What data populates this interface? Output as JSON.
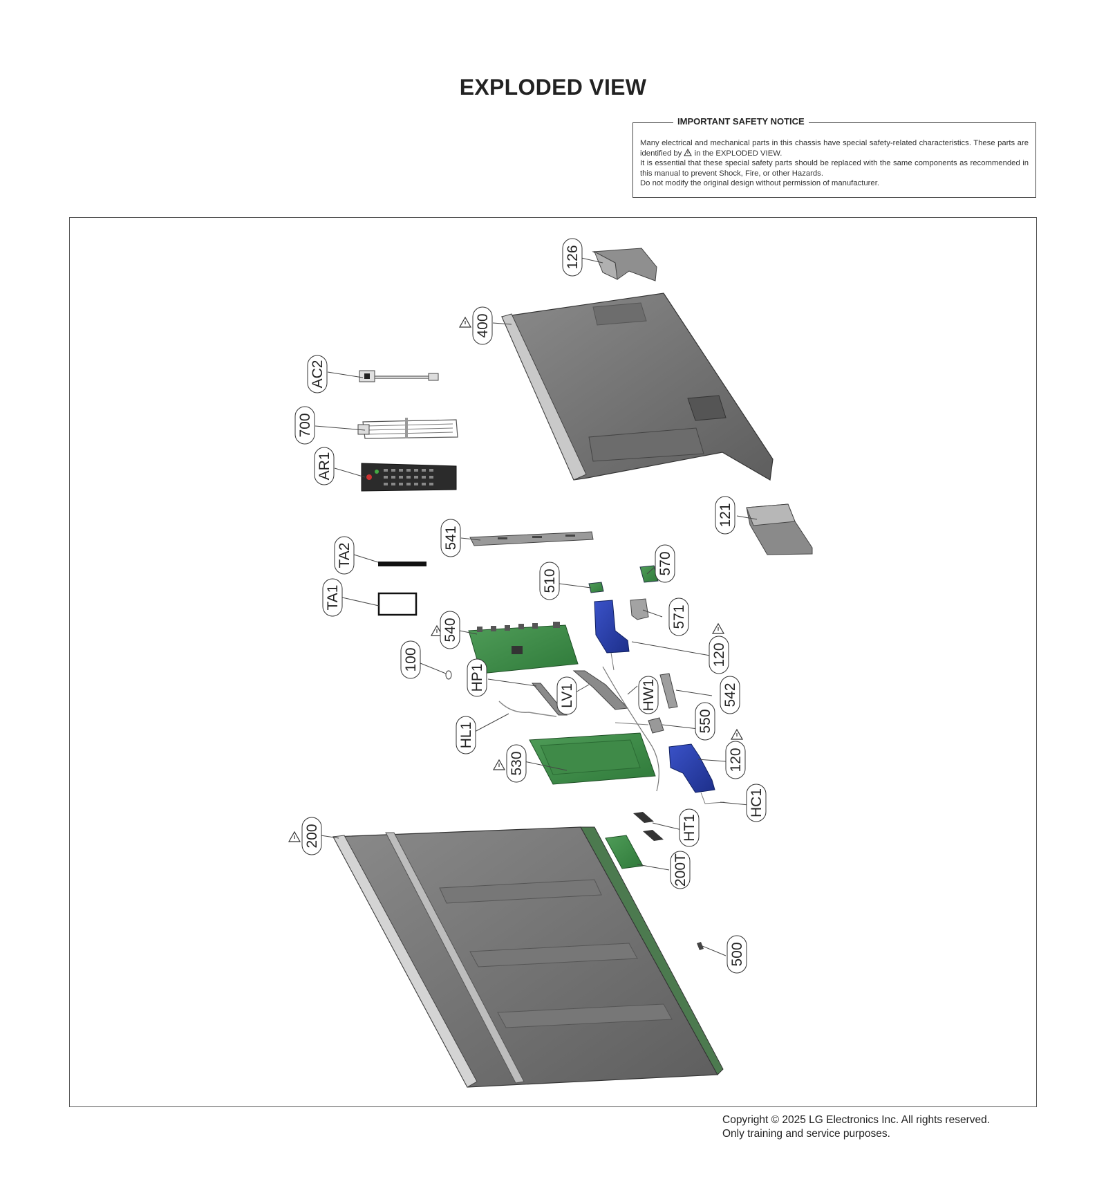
{
  "title": "EXPLODED VIEW",
  "notice": {
    "heading": "IMPORTANT SAFETY NOTICE",
    "line1a": "Many electrical and mechanical parts in this chassis have special safety-related characteristics. These parts are identified by",
    "line1b": "in the EXPLODED VIEW.",
    "line2": "It is essential that these special safety parts should be replaced with the same components as recommended in this manual to prevent Shock, Fire, or other Hazards.",
    "line3": "Do not modify the original design without permission of manufacturer."
  },
  "parts": [
    {
      "id": "126",
      "name": "stand-cover-top"
    },
    {
      "id": "400",
      "name": "back-cover",
      "safety": true
    },
    {
      "id": "AC2",
      "name": "av-gender-cable"
    },
    {
      "id": "700",
      "name": "power-cord"
    },
    {
      "id": "AR1",
      "name": "remote-control"
    },
    {
      "id": "121",
      "name": "stand-base"
    },
    {
      "id": "541",
      "name": "bracket"
    },
    {
      "id": "TA2",
      "name": "tape-black"
    },
    {
      "id": "TA1",
      "name": "tape-frame"
    },
    {
      "id": "510",
      "name": "small-board"
    },
    {
      "id": "570",
      "name": "ir-board"
    },
    {
      "id": "571",
      "name": "ir-holder"
    },
    {
      "id": "540",
      "name": "main-board",
      "safety": true
    },
    {
      "id": "120",
      "name": "speaker-top",
      "safety": true
    },
    {
      "id": "100",
      "name": "screw"
    },
    {
      "id": "HP1",
      "name": "flat-cable-hp1"
    },
    {
      "id": "LV1",
      "name": "lvds-cable"
    },
    {
      "id": "HW1",
      "name": "wire-harness"
    },
    {
      "id": "542",
      "name": "bracket-542"
    },
    {
      "id": "550",
      "name": "joystick-switch"
    },
    {
      "id": "HL1",
      "name": "cable-hl1"
    },
    {
      "id": "120",
      "name": "speaker-bottom",
      "safety": true
    },
    {
      "id": "530",
      "name": "power-board",
      "safety": true
    },
    {
      "id": "HC1",
      "name": "cable-hc1"
    },
    {
      "id": "HT1",
      "name": "tape-ht1"
    },
    {
      "id": "200",
      "name": "lcd-module",
      "safety": true
    },
    {
      "id": "200T",
      "name": "tcon-board"
    },
    {
      "id": "500",
      "name": "clip-500"
    }
  ],
  "copyright": {
    "line1": "Copyright © 2025 LG Electronics Inc. All rights reserved.",
    "line2": "Only training and service purposes."
  }
}
